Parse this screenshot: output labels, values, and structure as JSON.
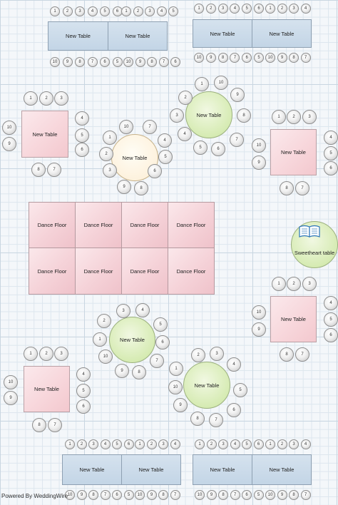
{
  "colors": {
    "grid_major": "#c9d6e1",
    "grid_minor": "#dde6ee",
    "pink_table": "#f7d5da",
    "blue_table": "#c3d5e6",
    "green_table": "#d6ebb3",
    "cream_table": "#fdf1dc"
  },
  "labels": {
    "new_table": "New Table",
    "dance_floor": "Dance Floor",
    "sweetheart_table": "Sweetheart table"
  },
  "footer": {
    "powered_by": "Powered By WeddingWire"
  },
  "icons": {
    "sweetheart": "book-icon"
  }
}
